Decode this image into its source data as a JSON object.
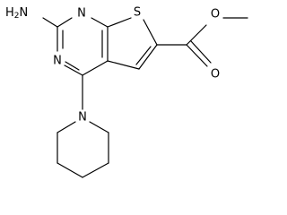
{
  "molecule": {
    "atoms": {
      "nh2": "H2N",
      "n_top": "N",
      "n_left": "N",
      "s": "S",
      "n_pip": "N",
      "o_ether": "O",
      "o_carbonyl": "O"
    }
  }
}
